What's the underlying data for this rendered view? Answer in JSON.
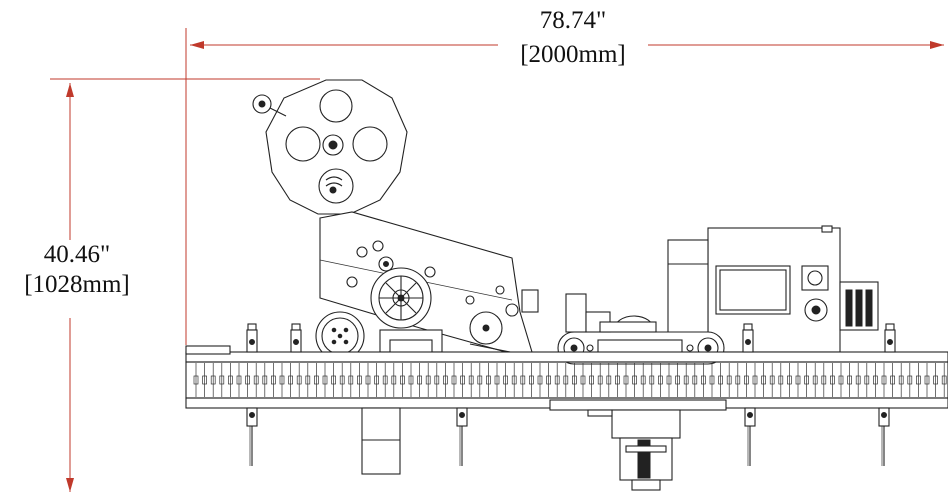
{
  "dimensions": {
    "width_imperial": "78.74\"",
    "width_metric": "[2000mm]",
    "height_imperial": "40.46\"",
    "height_metric": "[1028mm]"
  },
  "colors": {
    "dimension_line": "#c0392b",
    "drawing_line": "#222222",
    "background": "#ffffff"
  }
}
